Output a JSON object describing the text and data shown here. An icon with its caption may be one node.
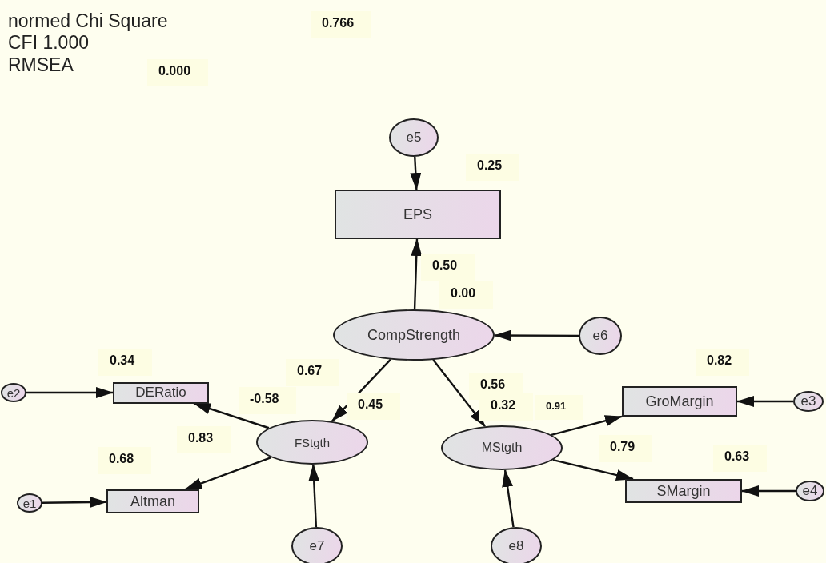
{
  "diagram": {
    "nodes": [
      {
        "text": [
          "e5"
        ]
      },
      {
        "text": [
          "EPS"
        ]
      },
      {
        "text": [
          "CompStrength"
        ]
      },
      {
        "text": [
          "e6"
        ]
      },
      {
        "text": [
          "e2"
        ]
      },
      {
        "text": [
          "DERatio"
        ]
      },
      {
        "text": [
          "FStgth"
        ]
      },
      {
        "text": [
          "GroMargin"
        ]
      },
      {
        "text": [
          "MStgth"
        ]
      },
      {
        "text": [
          "e3"
        ]
      },
      {
        "text": [
          "e1"
        ]
      },
      {
        "text": [
          "Altman"
        ]
      },
      {
        "text": [
          "SMargin"
        ]
      },
      {
        "text": [
          "e4"
        ]
      },
      {
        "text": [
          "e7"
        ]
      },
      {
        "text": [
          "e8"
        ]
      }
    ],
    "edges": [
      {
        "from": 0,
        "to": 1,
        "arrow": "to"
      },
      {
        "from": 2,
        "to": 1,
        "arrow": "to"
      },
      {
        "from": 3,
        "to": 2,
        "arrow": "to"
      },
      {
        "from": 2,
        "to": 6,
        "arrow": "to"
      },
      {
        "from": 2,
        "to": 8,
        "arrow": "to"
      },
      {
        "from": 4,
        "to": 5,
        "arrow": "to"
      },
      {
        "from": 6,
        "to": 5,
        "arrow": "to"
      },
      {
        "from": 6,
        "to": 11,
        "arrow": "to"
      },
      {
        "from": 10,
        "to": 11,
        "arrow": "to"
      },
      {
        "from": 14,
        "to": 6,
        "arrow": "to"
      },
      {
        "from": 8,
        "to": 7,
        "arrow": "to"
      },
      {
        "from": 8,
        "to": 12,
        "arrow": "to"
      },
      {
        "from": 9,
        "to": 7,
        "arrow": "to"
      },
      {
        "from": 13,
        "to": 12,
        "arrow": "to"
      },
      {
        "from": 15,
        "to": 8,
        "arrow": "to"
      }
    ],
    "labels": [
      "normed Chi Square",
      "0.766",
      "CFI 1.000",
      "RMSEA",
      "0.000",
      "0.25",
      "0.50",
      "0.00",
      "0.34",
      "0.67",
      "0.82",
      "-0.58",
      "0.45",
      "0.56",
      "0.32",
      "0.91",
      "0.83",
      "0.79",
      "0.68",
      "0.63"
    ]
  }
}
